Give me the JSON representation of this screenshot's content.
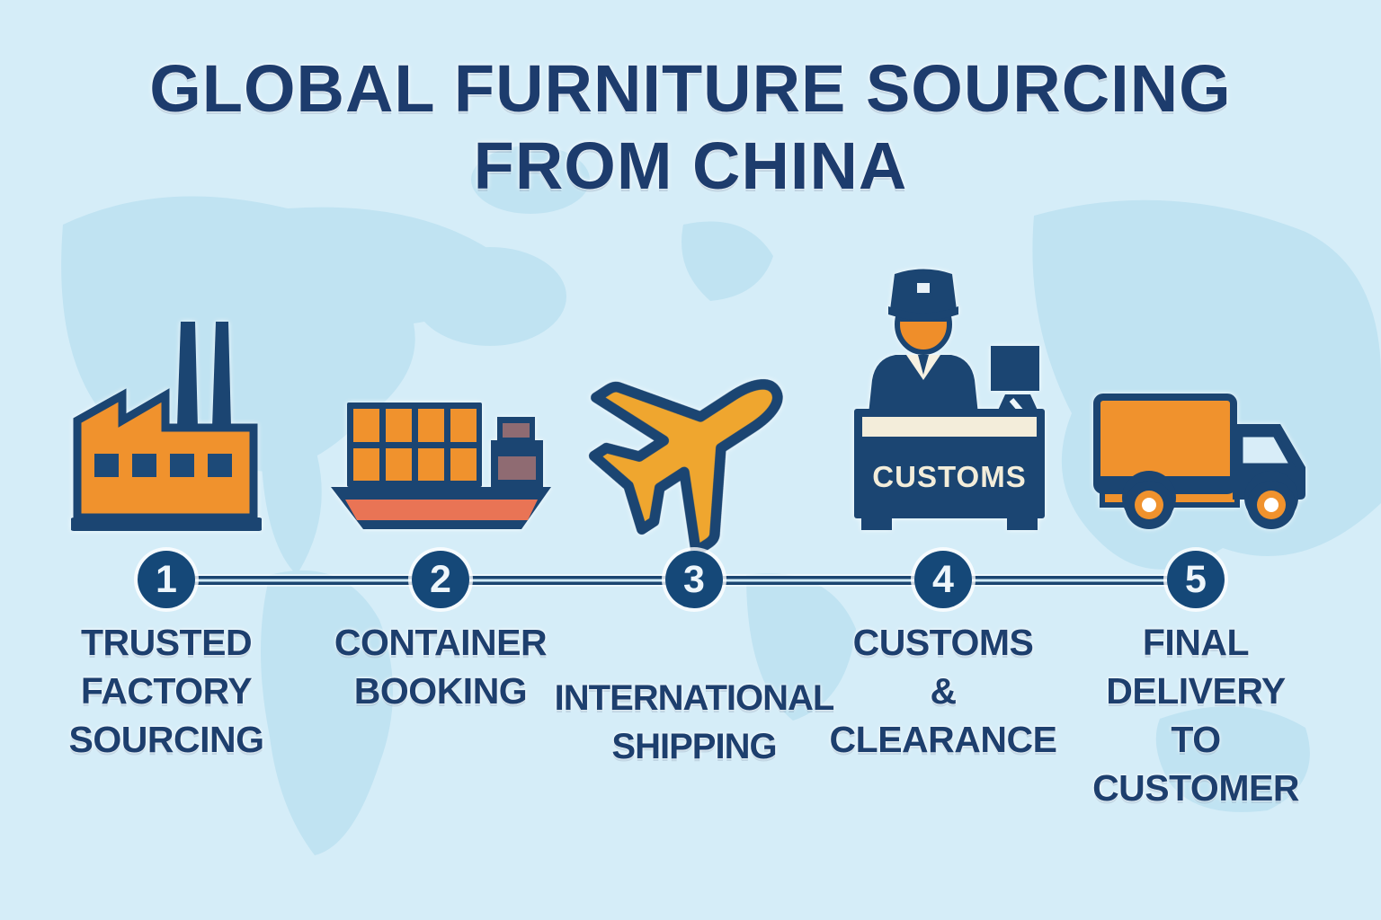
{
  "title": {
    "line_1": "GLOBAL FURNITURE SOURCING",
    "line_2": "FROM CHINA"
  },
  "steps": [
    {
      "number": "1",
      "icon": "factory-icon",
      "label_lines": [
        "TRUSTED",
        "FACTORY",
        "SOURCING"
      ]
    },
    {
      "number": "2",
      "icon": "cargo-ship-icon",
      "label_lines": [
        "CONTAINER",
        "BOOKING"
      ]
    },
    {
      "number": "3",
      "icon": "airplane-icon",
      "label_lines": [
        "INTERNATIONAL",
        "SHIPPING"
      ]
    },
    {
      "number": "4",
      "icon": "customs-officer-desk-icon",
      "label_lines": [
        "CUSTOMS",
        "&",
        "CLEARANCE"
      ],
      "desk_text": "CUSTOMS"
    },
    {
      "number": "5",
      "icon": "delivery-truck-icon",
      "label_lines": [
        "FINAL",
        "DELIVERY",
        "TO",
        "CUSTOMER"
      ]
    }
  ],
  "colors": {
    "background": "#d5edf8",
    "map_landmass": "#c0e3f2",
    "navy": "#1b4572",
    "text_navy": "#1d3f6e",
    "orange": "#f0922d",
    "plane_orange": "#efa62f",
    "salmon": "#e97455",
    "mauve": "#8f6b72",
    "cream": "#f3edda",
    "badge_navy": "#154878",
    "number_white": "#eef6fb"
  }
}
